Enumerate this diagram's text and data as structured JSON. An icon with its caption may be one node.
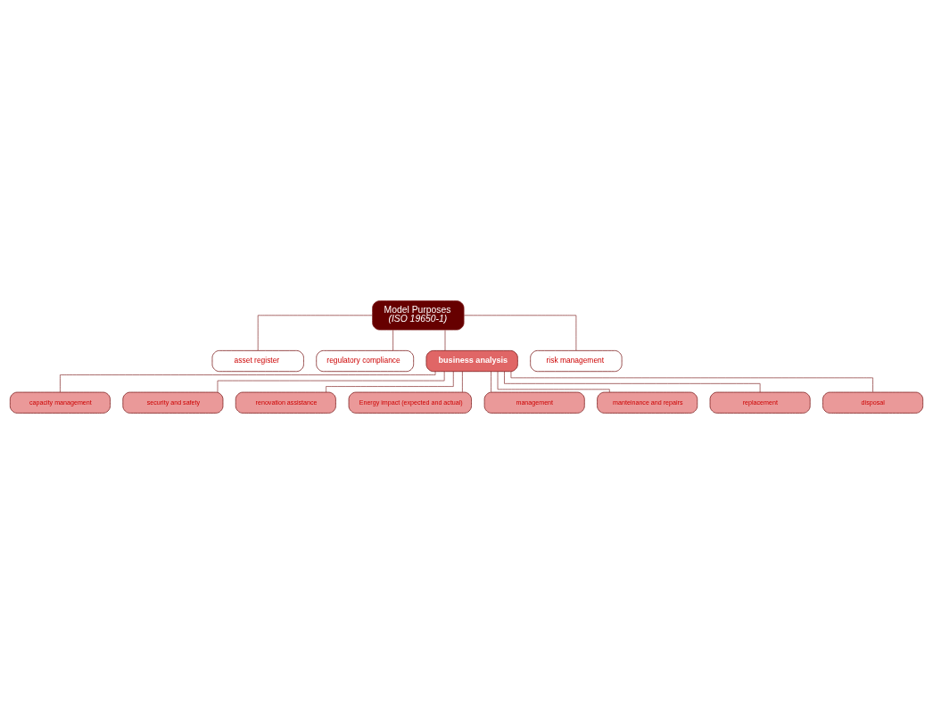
{
  "diagram": {
    "nodes": [
      {
        "text": [
          "Model Purposes",
          "(ISO 19650-1)"
        ]
      },
      {
        "text": [
          "asset register"
        ]
      },
      {
        "text": [
          "regulatory compliance"
        ]
      },
      {
        "text": [
          "business analysis"
        ]
      },
      {
        "text": [
          "risk management"
        ]
      },
      {
        "text": [
          "capacity management"
        ]
      },
      {
        "text": [
          "security and safety"
        ]
      },
      {
        "text": [
          "renovation assistance"
        ]
      },
      {
        "text": [
          "Energy impact (expected and actual)"
        ]
      },
      {
        "text": [
          "management"
        ]
      },
      {
        "text": [
          "manteinance and repairs"
        ]
      },
      {
        "text": [
          "replacement"
        ]
      },
      {
        "text": [
          "disposal"
        ]
      }
    ],
    "edges": [
      {
        "from": 0,
        "to": 1,
        "arrow": "none"
      },
      {
        "from": 0,
        "to": 2,
        "arrow": "none"
      },
      {
        "from": 0,
        "to": 3,
        "arrow": "none"
      },
      {
        "from": 0,
        "to": 4,
        "arrow": "none"
      },
      {
        "from": 3,
        "to": 5,
        "arrow": "none"
      },
      {
        "from": 3,
        "to": 6,
        "arrow": "none"
      },
      {
        "from": 3,
        "to": 7,
        "arrow": "none"
      },
      {
        "from": 3,
        "to": 8,
        "arrow": "none"
      },
      {
        "from": 3,
        "to": 9,
        "arrow": "none"
      },
      {
        "from": 3,
        "to": 10,
        "arrow": "none"
      },
      {
        "from": 3,
        "to": 11,
        "arrow": "none"
      },
      {
        "from": 3,
        "to": 12,
        "arrow": "none"
      }
    ]
  }
}
